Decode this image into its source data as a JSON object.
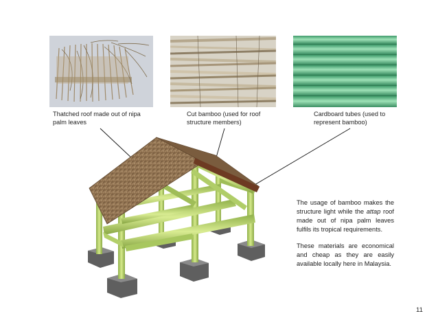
{
  "captions": {
    "thatched": "Thatched roof made out of nipa palm leaves",
    "cut_bamboo": "Cut bamboo (used for roof structure members)",
    "cardboard": "Cardboard tubes (used to represent bamboo)"
  },
  "paragraph1": {
    "before": "The usage of bamboo makes the structure light while the ",
    "italic": "attap",
    "after": " roof made out of nipa palm leaves fulfils its tropical requirements."
  },
  "paragraph2": "These materials are economical and cheap as they are easily available locally here in Malaysia.",
  "page_number": "11"
}
